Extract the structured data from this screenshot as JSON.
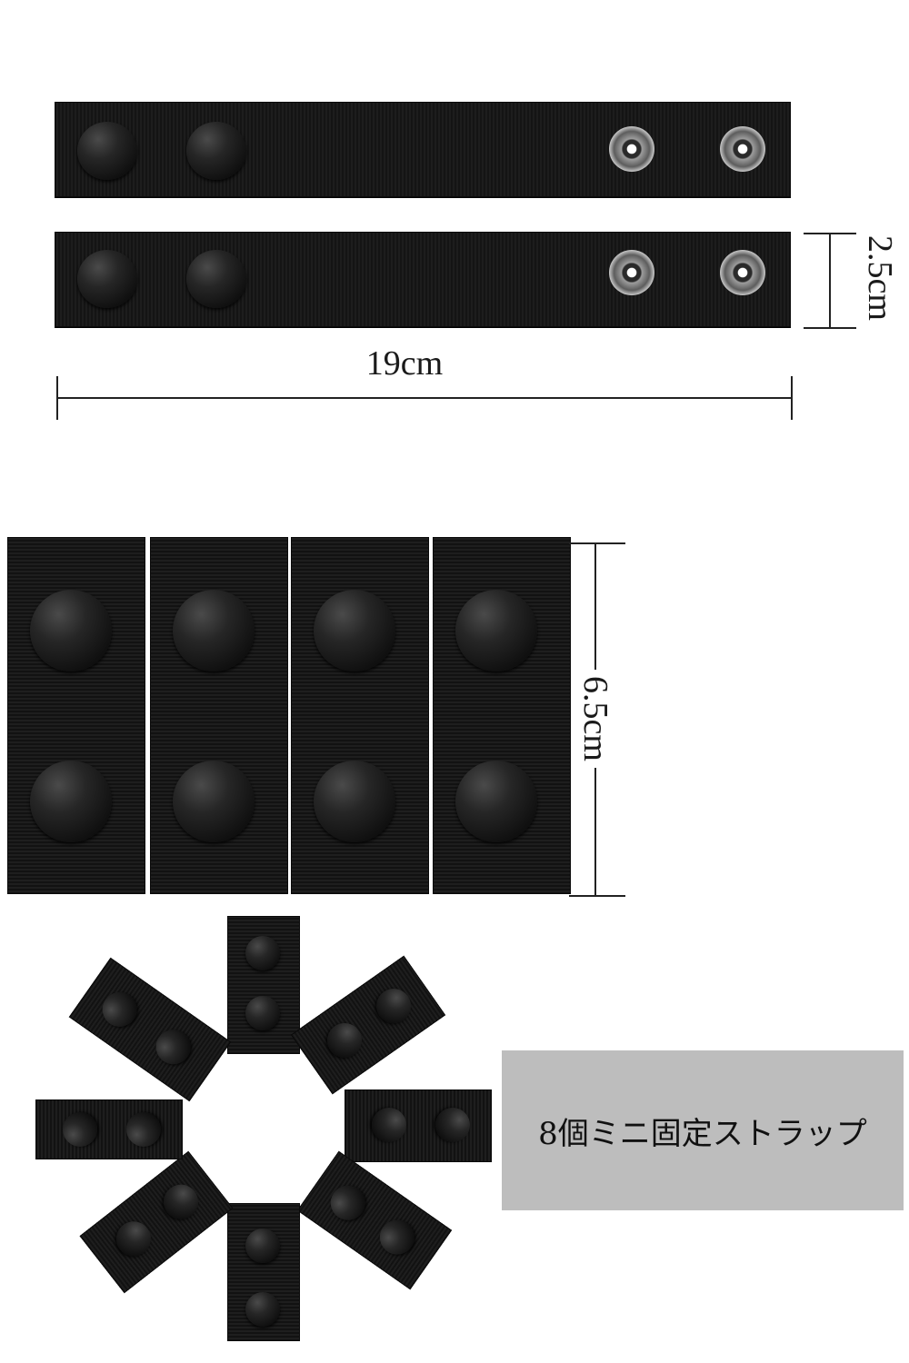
{
  "dimensions": {
    "long_length": "19cm",
    "long_width": "2.5cm",
    "short_length": "6.5cm"
  },
  "product_label": "8個ミニ固定ストラップ",
  "colors": {
    "strap": "#141414",
    "label_background": "#bdbdbd",
    "text": "#111111"
  },
  "icons": [
    "snap-button-icon",
    "metal-eyelet-icon"
  ]
}
